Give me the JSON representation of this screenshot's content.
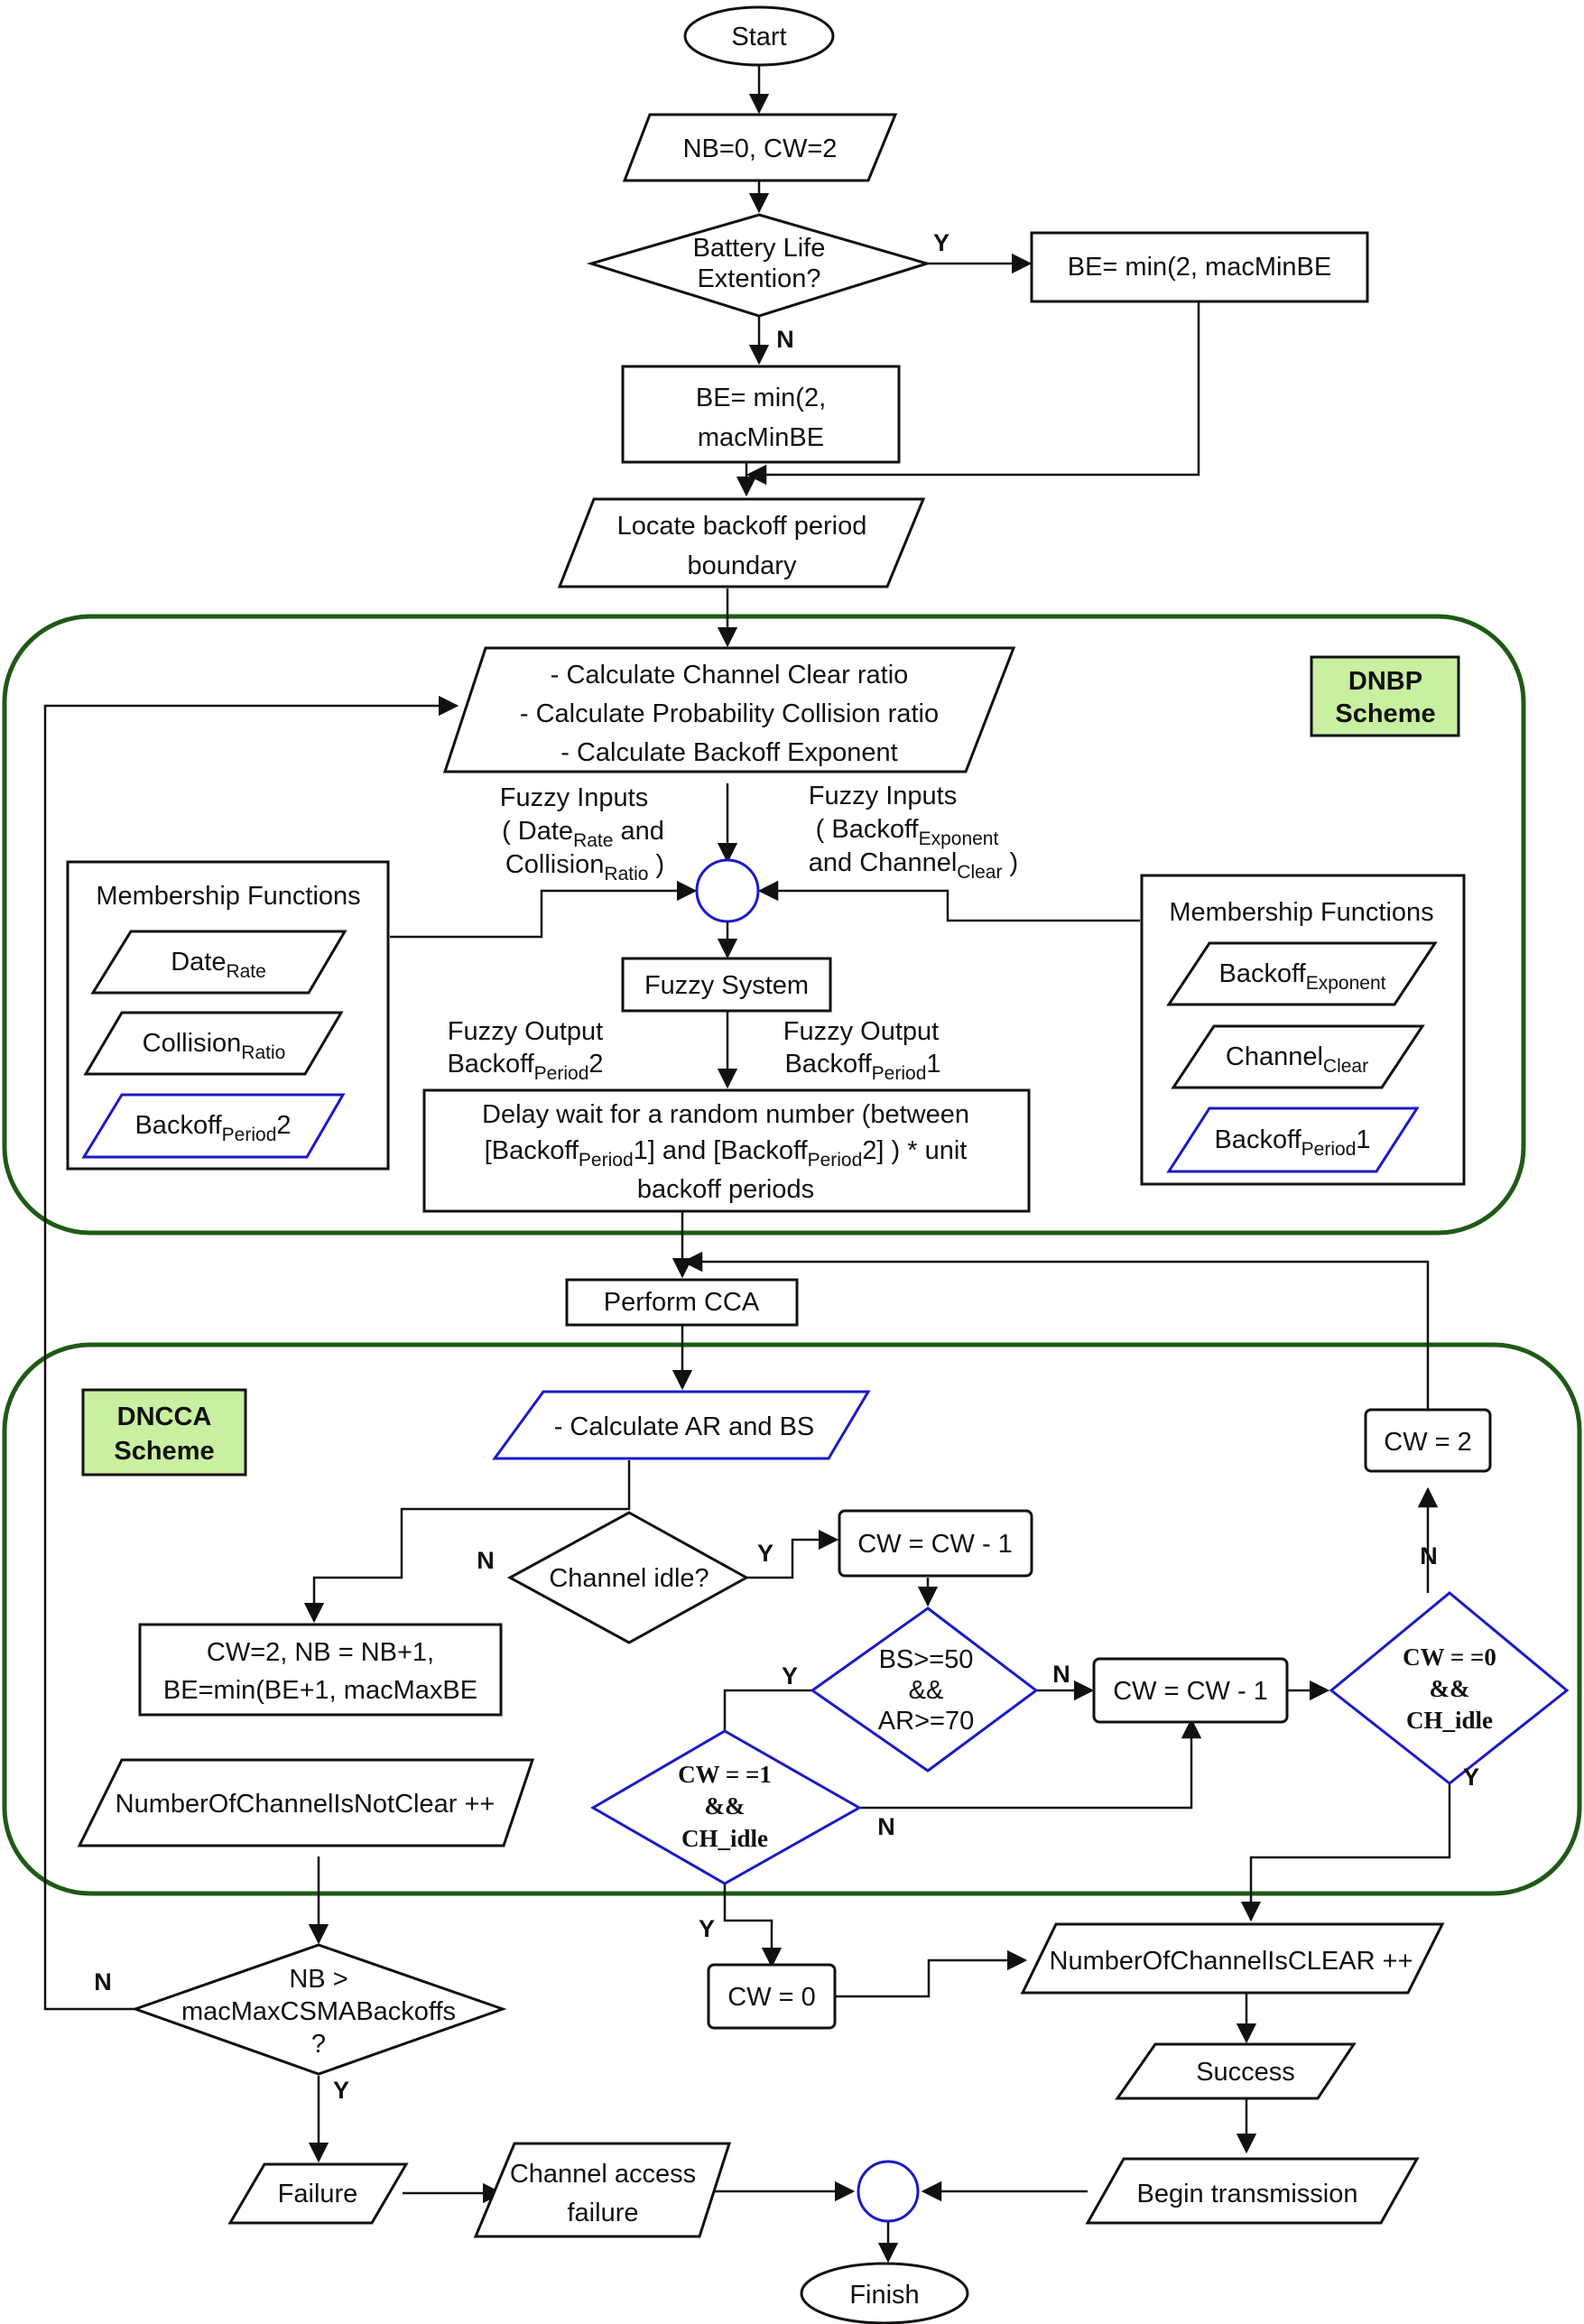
{
  "colors": {
    "region_border": "#1e5a14",
    "scheme_fill": "#c8f0a0",
    "highlight_border": "#1a1ac8",
    "stroke": "#111111"
  },
  "start": "Start",
  "init": "NB=0, CW=2",
  "battery": {
    "line1": "Battery Life",
    "line2": "Extention?"
  },
  "be_yes": "BE= min(2, macMinBE",
  "be_no": {
    "line1": "BE= min(2,",
    "line2": "macMinBE"
  },
  "locate": {
    "line1": "Locate backoff period",
    "line2": "boundary"
  },
  "dnbp_scheme": {
    "line1": "DNBP",
    "line2": "Scheme"
  },
  "calc": {
    "line1": "- Calculate Channel Clear ratio",
    "line2": "- Calculate Probability Collision ratio",
    "line3": "- Calculate Backoff Exponent"
  },
  "fuzzy_inputs_left": {
    "line1": "Fuzzy Inputs",
    "line2_a": "( Date",
    "line2_sub": "Rate",
    "line2_b": " and",
    "line3_a": "Collision",
    "line3_sub": "Ratio",
    "line3_b": " )"
  },
  "fuzzy_inputs_right": {
    "line1": "Fuzzy Inputs",
    "line2_a": "( Backoff",
    "line2_sub": "Exponent",
    "line3_a": "and Channel",
    "line3_sub": "Clear",
    "line3_b": " )"
  },
  "mf_left": {
    "title": "Membership Functions",
    "item1": {
      "main": "Date",
      "sub": "Rate",
      "tail": ""
    },
    "item2": {
      "main": "Collision",
      "sub": "Ratio",
      "tail": ""
    },
    "item3": {
      "main": "Backoff",
      "sub": "Period",
      "tail": "2"
    }
  },
  "mf_right": {
    "title": "Membership Functions",
    "item1": {
      "main": "Backoff",
      "sub": "Exponent",
      "tail": ""
    },
    "item2": {
      "main": "Channel",
      "sub": "Clear",
      "tail": ""
    },
    "item3": {
      "main": "Backoff",
      "sub": "Period",
      "tail": "1"
    }
  },
  "fuzzy_system": "Fuzzy System",
  "fuzzy_output_left": {
    "line1": "Fuzzy Output",
    "line2_a": "Backoff",
    "line2_sub": "Period",
    "line2_b": "2"
  },
  "fuzzy_output_right": {
    "line1": "Fuzzy Output",
    "line2_a": "Backoff",
    "line2_sub": "Period",
    "line2_b": "1"
  },
  "delay": {
    "line1": "Delay wait for a random number (between",
    "line2_a": "[Backoff",
    "line2_sub1": "Period",
    "line2_b": "1] and [Backoff",
    "line2_sub2": "Period",
    "line2_c": "2] ) * unit",
    "line3": "backoff periods"
  },
  "perform_cca": "Perform CCA",
  "dncca_scheme": {
    "line1": "DNCCA",
    "line2": "Scheme"
  },
  "calc_ar_bs": "- Calculate AR and BS",
  "channel_idle": "Channel idle?",
  "cw_minus_1_top": "CW = CW - 1",
  "bs_ar": {
    "line1": "BS>=50",
    "line2": "&&",
    "line3": "AR>=70"
  },
  "cw_minus_1_mid": "CW = CW - 1",
  "cw_eq_0_idle": {
    "line1": "CW = =0",
    "line2": "&&",
    "line3": "CH_idle"
  },
  "cw_eq_1_idle": {
    "line1": "CW = =1",
    "line2": "&&",
    "line3": "CH_idle"
  },
  "cw_2_reset": "CW = 2",
  "nb_update": {
    "line1": "CW=2,  NB = NB+1,",
    "line2": "BE=min(BE+1, macMaxBE"
  },
  "not_clear": "NumberOfChannelIsNotClear ++",
  "nb_check": {
    "line1": "NB >",
    "line2": "macMaxCSMABackoffs",
    "line3": "?"
  },
  "cw_0": "CW = 0",
  "is_clear": "NumberOfChannelIsCLEAR ++",
  "success": "Success",
  "failure": "Failure",
  "access_failure": {
    "line1": "Channel access",
    "line2": "failure"
  },
  "begin_tx": "Begin transmission",
  "finish": "Finish",
  "labels": {
    "y": "Y",
    "n": "N"
  }
}
